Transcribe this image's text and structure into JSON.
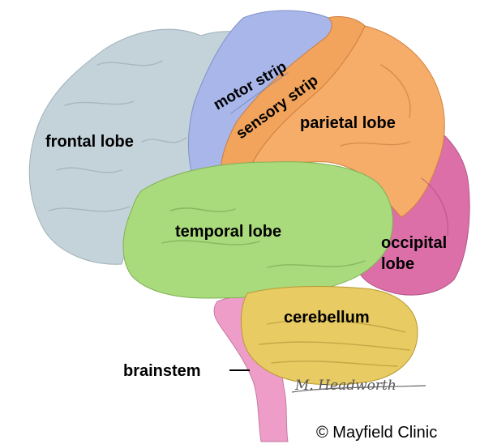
{
  "diagram": {
    "labels": {
      "frontal_lobe": "frontal lobe",
      "motor_strip": "motor strip",
      "sensory_strip": "sensory strip",
      "parietal_lobe": "parietal lobe",
      "temporal_lobe": "temporal lobe",
      "occipital_lobe_line1": "occipital",
      "occipital_lobe_line2": "lobe",
      "cerebellum": "cerebellum",
      "brainstem": "brainstem"
    },
    "signature": "M. Headworth",
    "copyright": "© Mayfield Clinic"
  },
  "colors": {
    "frontal": "#c4d3da",
    "motor": "#a8b6ea",
    "sensory": "#f2a35c",
    "parietal": "#f7ad6a",
    "occipital": "#dc6fa8",
    "temporal": "#a9da7c",
    "cerebellum": "#e8cb63",
    "brainstem": "#ee9cc8"
  }
}
